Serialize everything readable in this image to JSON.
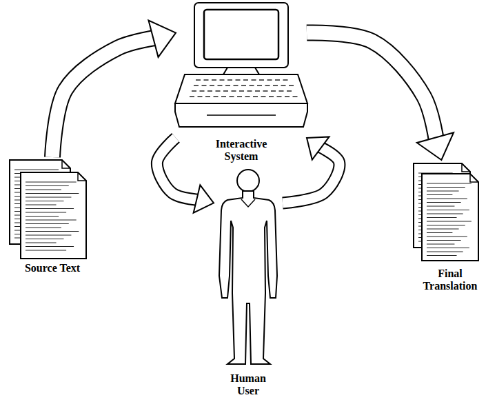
{
  "diagram": {
    "nodes": [
      {
        "text": [
          "Source Text"
        ]
      },
      {
        "text": [
          "Interactive System"
        ]
      },
      {
        "text": [
          "Human User"
        ]
      },
      {
        "text": [
          "Final Translation"
        ]
      }
    ],
    "edges": [
      {
        "from": 0,
        "to": 1,
        "arrow": "to"
      },
      {
        "from": 1,
        "to": 3,
        "arrow": "to"
      },
      {
        "from": 1,
        "to": 2,
        "arrow": "to"
      },
      {
        "from": 2,
        "to": 1,
        "arrow": "to"
      }
    ]
  }
}
